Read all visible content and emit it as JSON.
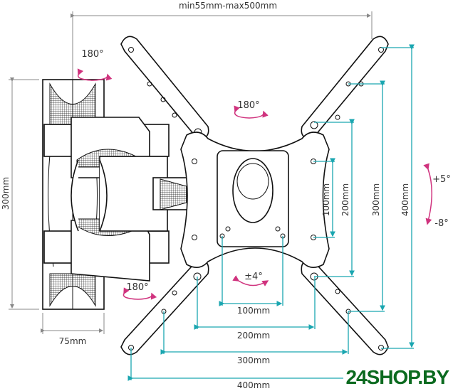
{
  "dimensions": {
    "arm_extension": "min55mm-max500mm",
    "wall_plate_height": "300mm",
    "wall_plate_depth": "75mm",
    "vesa_horizontal": [
      "100mm",
      "200mm",
      "300mm",
      "400mm"
    ],
    "vesa_vertical": [
      "100mm",
      "200mm",
      "300mm",
      "400mm"
    ]
  },
  "rotations": {
    "top_swivel": "180°",
    "center_swivel": "180°",
    "bottom_swivel": "180°",
    "rotation": "±4°",
    "tilt_up": "+5°",
    "tilt_down": "-8°"
  },
  "colors": {
    "dimension": "#1aa6b0",
    "angle": "#d0337e",
    "logo": "#0b6a1f"
  },
  "logo": "24SHOP.BY"
}
